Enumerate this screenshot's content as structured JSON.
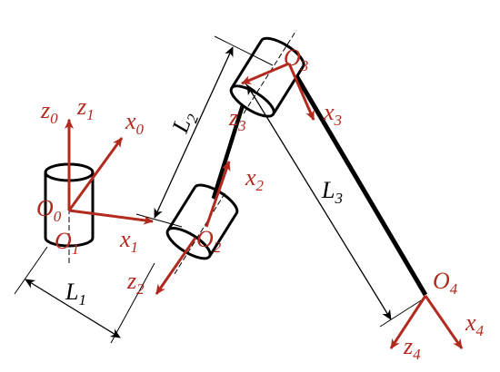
{
  "colors": {
    "axis": "#b22a1e",
    "link": "#000000"
  },
  "labels": {
    "z0": {
      "base": "z",
      "sub": "0"
    },
    "z1": {
      "base": "z",
      "sub": "1"
    },
    "x0": {
      "base": "x",
      "sub": "0"
    },
    "O0": {
      "base": "O",
      "sub": "0"
    },
    "O1": {
      "base": "O",
      "sub": "1"
    },
    "x1": {
      "base": "x",
      "sub": "1"
    },
    "L1": {
      "base": "L",
      "sub": "1"
    },
    "L2": {
      "base": "L",
      "sub": "2"
    },
    "z2": {
      "base": "z",
      "sub": "2"
    },
    "O2": {
      "base": "O",
      "sub": "2"
    },
    "x2": {
      "base": "x",
      "sub": "2"
    },
    "z3": {
      "base": "z",
      "sub": "3"
    },
    "O3": {
      "base": "O",
      "sub": "3"
    },
    "x3": {
      "base": "x",
      "sub": "3"
    },
    "L3": {
      "base": "L",
      "sub": "3"
    },
    "O4": {
      "base": "O",
      "sub": "4"
    },
    "z4": {
      "base": "z",
      "sub": "4"
    },
    "x4": {
      "base": "x",
      "sub": "4"
    }
  }
}
